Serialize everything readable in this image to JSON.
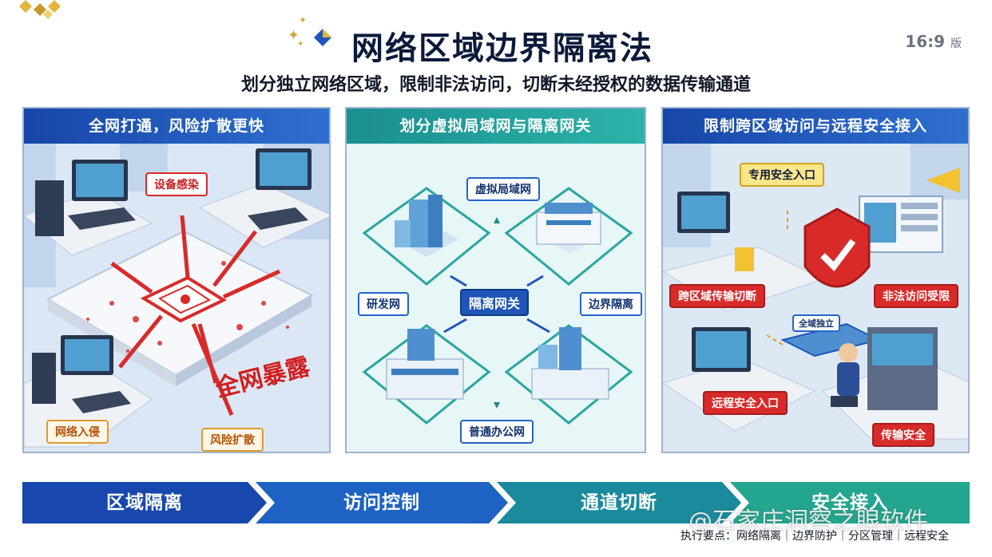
{
  "title": "网络区域边界隔离法",
  "format_label": "16:9",
  "format_suffix": "版",
  "subtitle": "划分独立网络区域，限制非法访问，切断未经授权的数据传输通道",
  "panels": [
    {
      "heading": "全网打通，风险扩散更快",
      "labels": {
        "device_infected": "设备感染",
        "network_exposed": "全网暴露",
        "intrusion": "网络入侵",
        "risk_spread": "风险扩散"
      }
    },
    {
      "heading": "划分虚拟局域网与隔离网关",
      "labels": {
        "vlan": "虚拟局域网",
        "rnd": "研发网",
        "gateway": "隔离网关",
        "boundary": "边界隔离",
        "office": "普通办公网"
      }
    },
    {
      "heading": "限制跨区域访问与远程安全接入",
      "labels": {
        "dedicated_entry": "专用安全入口",
        "cross_cut": "跨区域传输切断",
        "illegal_limited": "非法访问受限",
        "domain_independent": "全域独立",
        "remote_entry": "远程安全入口",
        "transfer_secure": "传输安全"
      }
    }
  ],
  "steps": [
    "区域隔离",
    "访问控制",
    "通道切断",
    "安全接入"
  ],
  "footer": "执行要点：网络隔离｜边界防护｜分区管理｜远程安全",
  "watermark": "@石家庄洞察之眼软件",
  "colors": {
    "navy": "#1646a8",
    "teal": "#1a8f8f",
    "alert_red": "#d92a2a",
    "gold": "#d4a93a"
  },
  "icons": [
    "diamond-logo-icon",
    "sparkle-icon",
    "computer-icon",
    "building-icon",
    "shield-check-icon",
    "server-icon",
    "padlock-icon",
    "arrow-icon"
  ]
}
